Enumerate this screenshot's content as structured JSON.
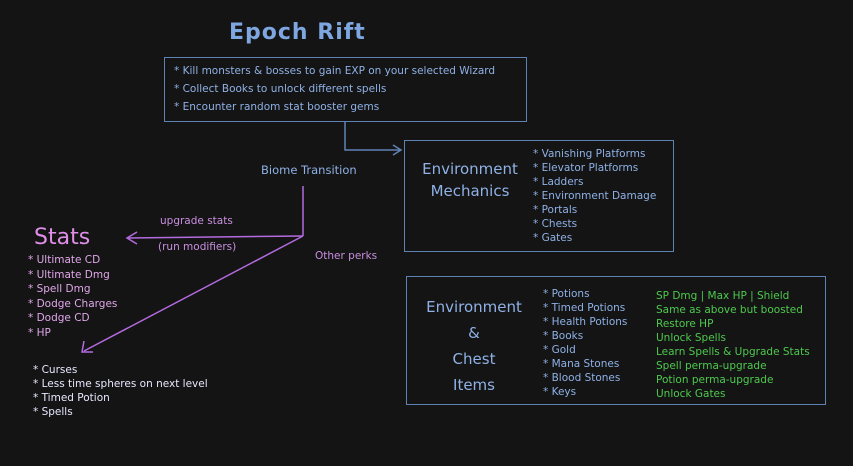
{
  "title": "Epoch Rift",
  "intro_items": [
    "Kill monsters & bosses to gain EXP on your selected Wizard",
    "Collect Books to unlock different spells",
    "Encounter random stat booster gems"
  ],
  "biome_transition_label": "Biome Transition",
  "environment_mechanics": {
    "title_line1": "Environment",
    "title_line2": "Mechanics",
    "items": [
      "Vanishing Platforms",
      "Elevator Platforms",
      "Ladders",
      "Environment Damage",
      "Portals",
      "Chests",
      "Gates"
    ]
  },
  "environment_chest_items": {
    "title_line1": "Environment",
    "title_line2": "&",
    "title_line3": "Chest",
    "title_line4": "Items",
    "items": [
      "Potions",
      "Timed Potions",
      "Health Potions",
      "Books",
      "Gold",
      "Mana Stones",
      "Blood Stones",
      "Keys"
    ],
    "effects": [
      "SP Dmg | Max HP | Shield",
      "Same as above but boosted",
      "Restore HP",
      "Unlock Spells",
      "Learn Spells & Upgrade Stats",
      "Spell perma-upgrade",
      "Potion perma-upgrade",
      "Unlock Gates"
    ]
  },
  "stats": {
    "title": "Stats",
    "items": [
      "Ultimate CD",
      "Ultimate Dmg",
      "Spell Dmg",
      "Dodge Charges",
      "Dodge CD",
      "HP"
    ]
  },
  "upgrade_stats_label": "upgrade stats",
  "run_modifiers_label": "(run modifiers)",
  "other_perks_label": "Other perks",
  "perks": [
    "Curses",
    "Less time spheres on next level",
    "Timed Potion",
    "Spells"
  ],
  "colors": {
    "background": "#141414",
    "blue_text": "#8fb1e6",
    "box_border": "#5f82b5",
    "pink": "#e08fe8",
    "connector_purple": "#b46be0",
    "green": "#4ec94e",
    "white_text": "#e8e8ff"
  }
}
